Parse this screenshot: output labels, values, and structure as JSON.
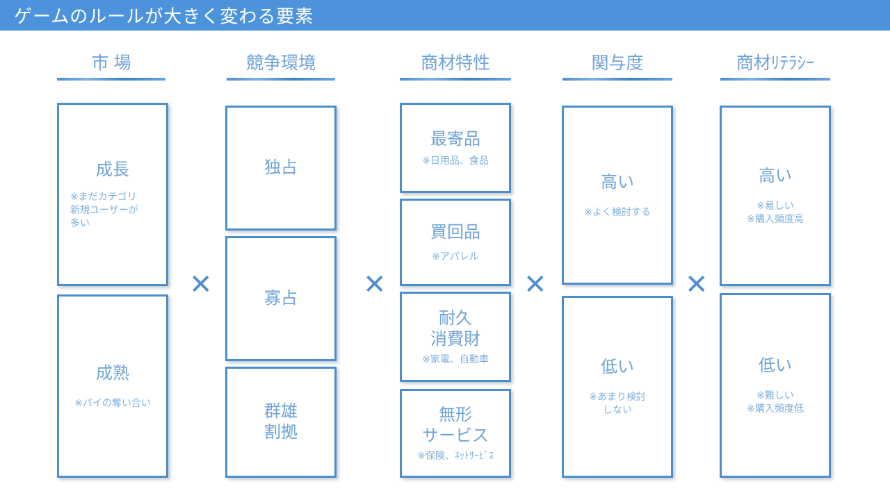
{
  "slide": {
    "title": "ゲームのルールが大きく変わる要素",
    "title_bar_color": "#4d93db",
    "border_color": "#4a8ecb",
    "text_color": "#6fa3d6",
    "operator_symbol": "✕"
  },
  "operators": [
    {
      "symbol": "✕"
    },
    {
      "symbol": "✕"
    },
    {
      "symbol": "✕"
    },
    {
      "symbol": "✕"
    }
  ],
  "columns": [
    {
      "header": "市 場",
      "cells": [
        {
          "label": "成長",
          "note": "※まだカテゴリ\n新規ユーザーが\n多い",
          "note_align": "left"
        },
        {
          "label": "成熟",
          "note": "※パイの奪い合い",
          "note_align": "center"
        }
      ]
    },
    {
      "header": "競争環境",
      "cells": [
        {
          "label": "独占",
          "note": "",
          "note_align": "center"
        },
        {
          "label": "寡占",
          "note": "",
          "note_align": "center"
        },
        {
          "label": "群雄\n割拠",
          "note": "",
          "note_align": "center"
        }
      ]
    },
    {
      "header": "商材特性",
      "cells": [
        {
          "label": "最寄品",
          "note": "※日用品、食品",
          "note_align": "center"
        },
        {
          "label": "買回品",
          "note": "※アパレル",
          "note_align": "center"
        },
        {
          "label": "耐久\n消費財",
          "note": "※家電、自動車",
          "note_align": "center"
        },
        {
          "label": "無形\nサービス",
          "note": "※保険、ﾈｯﾄｻｰﾋﾞｽ",
          "note_align": "center"
        }
      ]
    },
    {
      "header": "関与度",
      "cells": [
        {
          "label": "高い",
          "note": "※よく検討する",
          "note_align": "center"
        },
        {
          "label": "低い",
          "note": "※あまり検討\nしない",
          "note_align": "center"
        }
      ]
    },
    {
      "header": "商材ﾘﾃﾗｼｰ",
      "cells": [
        {
          "label": "高い",
          "note": "※易しい\n※購入頻度高",
          "note_align": "center"
        },
        {
          "label": "低い",
          "note": "※難しい\n※購入頻度低",
          "note_align": "center"
        }
      ]
    }
  ]
}
